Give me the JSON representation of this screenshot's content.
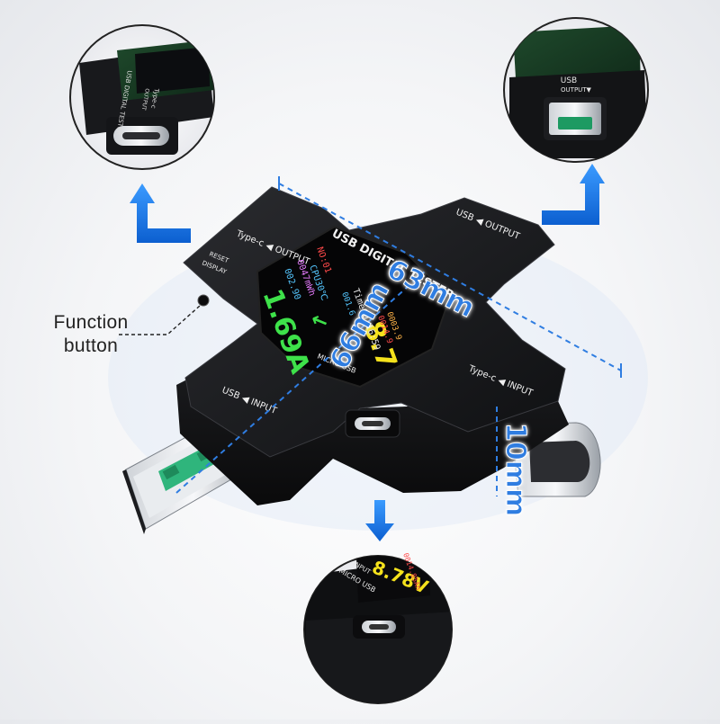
{
  "callouts": {
    "function_button": [
      "Function",
      "button"
    ]
  },
  "dimensions": {
    "width": "63mm",
    "height": "66mm",
    "thickness": "10mm"
  },
  "device": {
    "name": "USB DIGITAL TESTER",
    "ports": {
      "typec_output": "Type-c ◀ OUTPUT",
      "usb_output": "USB ◀ OUTPUT",
      "usb_input": "USB ◀ INPUT",
      "typec_input": "Type-c ◀ INPUT",
      "micro_usb": "MICRO USB"
    },
    "buttons": {
      "display": "DISPLAY",
      "reset": "RESET"
    },
    "screen": {
      "current": "1.69A",
      "voltage": "8.7",
      "arrow": "←",
      "energy": "0047mWh",
      "temp": "CPU30℃",
      "power": "002.90",
      "no": "NO:01",
      "time": "Time00:16:59",
      "cap1": "0003.9",
      "cap2": "0014.9",
      "extra": "001.6"
    },
    "inset_screen": {
      "voltage": "8.78V",
      "capacity": "0014.85Ah",
      "port_label": "MICRO USB",
      "input_label": "INPUT"
    },
    "inset_labels": {
      "tl_tester": "USB DIGITAL TESTER",
      "tl_type": "Type-c",
      "tl_output": "OUTPUT",
      "tr_usb": "USB",
      "tr_output": "OUTPUT▼"
    }
  },
  "colors": {
    "accent_blue": "#1e7be0",
    "device_black": "#1b1c1f",
    "screen_green": "#3ee24a",
    "screen_yellow": "#f5e21c",
    "usb_green": "#2fb57c"
  }
}
